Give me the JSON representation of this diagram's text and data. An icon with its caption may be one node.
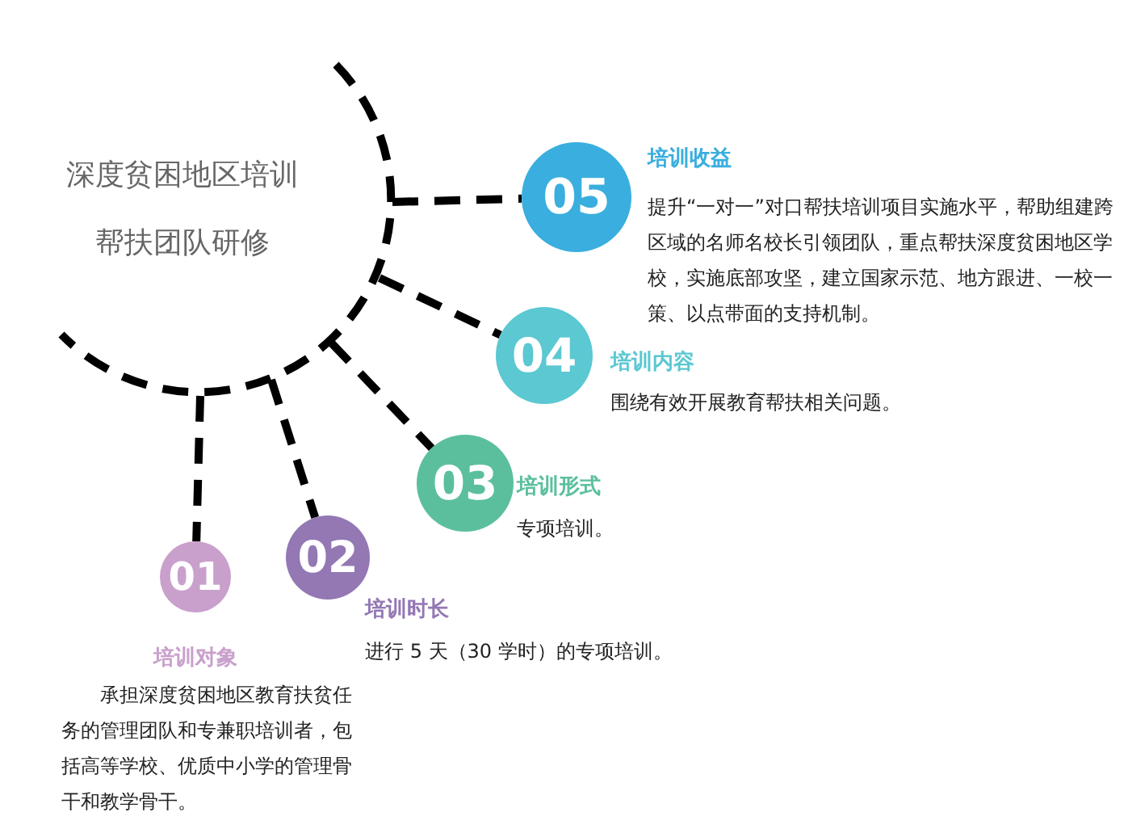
{
  "diagram": {
    "title": "深度贫困地区培训帮扶团队研修",
    "nodes": [
      {
        "text": [
          "01"
        ],
        "beside": [
          "培训对象",
          "承担深度贫困地区教育扶贫任务的管理团队和专兼职培训者，包括高等学校、优质中小学的管理骨干和教学骨干。"
        ]
      },
      {
        "text": [
          "02"
        ],
        "beside": [
          "培训时长",
          "进行 5 天（30 学时）的专项培训。"
        ]
      },
      {
        "text": [
          "03"
        ],
        "beside": [
          "培训形式",
          "专项培训。"
        ]
      },
      {
        "text": [
          "04"
        ],
        "beside": [
          "培训内容",
          "围绕有效开展教育帮扶相关问题。"
        ]
      },
      {
        "text": [
          "05"
        ],
        "beside": [
          "培训收益",
          "提升“一对一”对口帮扶培训项目实施水平，帮助组建跨区域的名师名校长引领团队，重点帮扶深度贫困地区学校，实施底部攻坚，建立国家示范、地方跟进、一校一策、以点带面的支持机制。"
        ]
      }
    ],
    "edges": [
      {
        "from": null,
        "to": 0,
        "arrow": "none",
        "style": "dashed"
      },
      {
        "from": null,
        "to": 1,
        "arrow": "none",
        "style": "dashed"
      },
      {
        "from": null,
        "to": 2,
        "arrow": "none",
        "style": "dashed"
      },
      {
        "from": null,
        "to": 3,
        "arrow": "none",
        "style": "dashed"
      },
      {
        "from": null,
        "to": 4,
        "arrow": "none",
        "style": "dashed"
      }
    ]
  }
}
